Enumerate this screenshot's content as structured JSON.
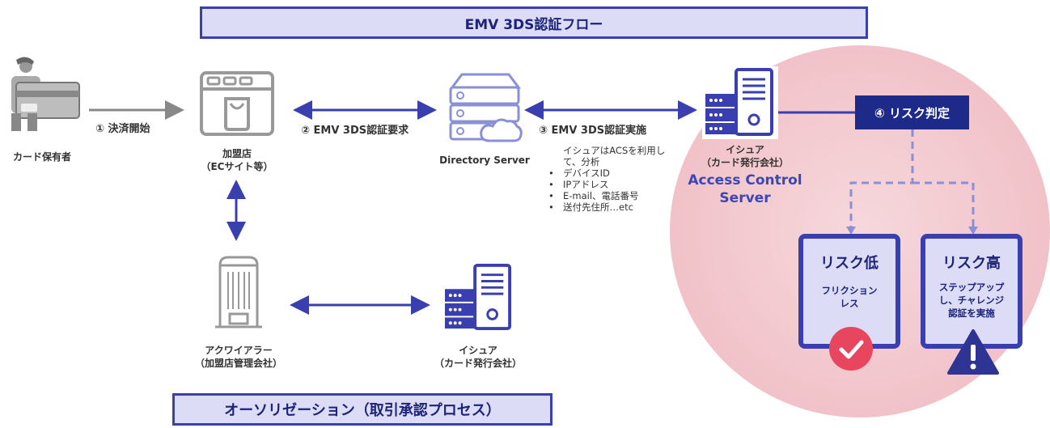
{
  "title": "EMV 3DS認証フロー",
  "bottom_title": "オーソリゼーション（取引承認プロセス）",
  "nodes": {
    "cardholder": "カード保有者",
    "merchant": "加盟店\n（ECサイト等）",
    "directory_server": "Directory Server",
    "issuer_top": "イシュア\n（カード発行会社）",
    "acquirer": "アクワイアラー\n（加盟店管理会社）",
    "issuer_bottom": "イシュア\n（カード発行会社）"
  },
  "acs_label": "Access Control\nServer",
  "steps": {
    "s1": "① 決済開始",
    "s2": "② EMV 3DS認証要求",
    "s3": "③ EMV 3DS認証実施",
    "s4": "④ リスク判定"
  },
  "note": {
    "intro": "イシュアはACSを利用し\nて、分析",
    "items": [
      "デバイスID",
      "IPアドレス",
      "E-mail、電話番号",
      "送付先住所…etc"
    ]
  },
  "outcomes": {
    "low": {
      "title": "リスク低",
      "desc": "フリクション\nレス"
    },
    "high": {
      "title": "リスク高",
      "desc": "ステップアップ\nし、チャレンジ\n認証を実施"
    }
  },
  "colors": {
    "accent": "#3a3fb0",
    "navy": "#1e2a8a",
    "pink": "#f2c7cd",
    "check": "#e8455f"
  }
}
